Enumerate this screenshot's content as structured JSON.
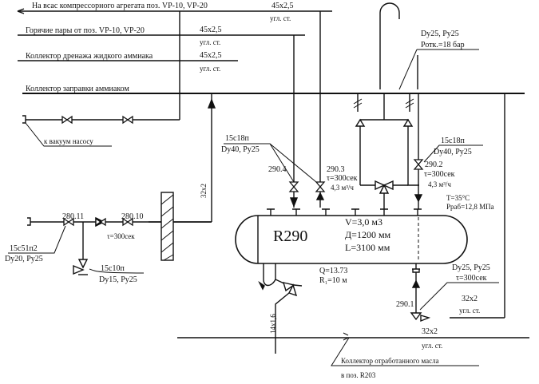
{
  "diagram": {
    "type": "process-flow-scheme",
    "lines": {
      "suction": {
        "label": "На всас компрессорного агрегата поз. VP-10, VP-20",
        "pipe": "45х2,5",
        "material": "угл. ст."
      },
      "hot_vapors": {
        "label": "Горячие пары от поз. VP-10, VP-20",
        "pipe": "45х2,5",
        "material": "угл. ст."
      },
      "drain_collector": {
        "label": "Коллектор дренажа жидкого аммиака",
        "pipe": "45х2,5",
        "material": "угл. ст."
      },
      "fill_collector": {
        "label": "Коллектор заправки аммиаком"
      },
      "vacuum_pump": {
        "label": "к вакуум насосу"
      },
      "oil_collector": {
        "label": "Коллектор отработанного масла",
        "destination": "в поз. R203",
        "pipe": "32х2",
        "material": "угл. ст."
      }
    },
    "safety_valve": {
      "spec1": "Dy25, Py25",
      "spec2": "Ротк.=18 бар"
    },
    "valves": {
      "v290_4": {
        "tag": "290.4"
      },
      "v290_3": {
        "tag": "290.3",
        "time": "τ=300сек",
        "flow": "4,3 м³/ч"
      },
      "v290_2": {
        "tag": "290.2",
        "time": "τ=300сек",
        "flow": "4,3 м³/ч"
      },
      "v290_1": {
        "tag": "290.1",
        "spec": "Dy25, Py25",
        "time": "τ=300сек",
        "pipe": "32х2",
        "material": "угл. ст."
      },
      "v280_11": {
        "tag": "280.11",
        "model": "15с51п2",
        "spec": "Dy20, Py25"
      },
      "v280_10": {
        "tag": "280.10",
        "time": "τ=300сек"
      },
      "drain_valve": {
        "model": "15с10п",
        "spec": "Dy15, Py25"
      }
    },
    "valve_group_290": {
      "model": "15с18п",
      "spec": "Dy40, Py25"
    },
    "valve_group_290_2": {
      "model": "15с18п",
      "spec": "Dy40, Py25"
    },
    "riser_pipe": "32х2",
    "drain_pipe": "14х1,6",
    "vessel": {
      "tag": "R290",
      "volume": "V=3,0 м3",
      "diameter": "Д=1200 мм",
      "length": "L=3100 мм",
      "temperature": "T=35°C",
      "pressure": "Pраб=12,8 МПа"
    },
    "drain_notes": {
      "q": "Q=13.73",
      "r": "R₁=10 м"
    }
  }
}
